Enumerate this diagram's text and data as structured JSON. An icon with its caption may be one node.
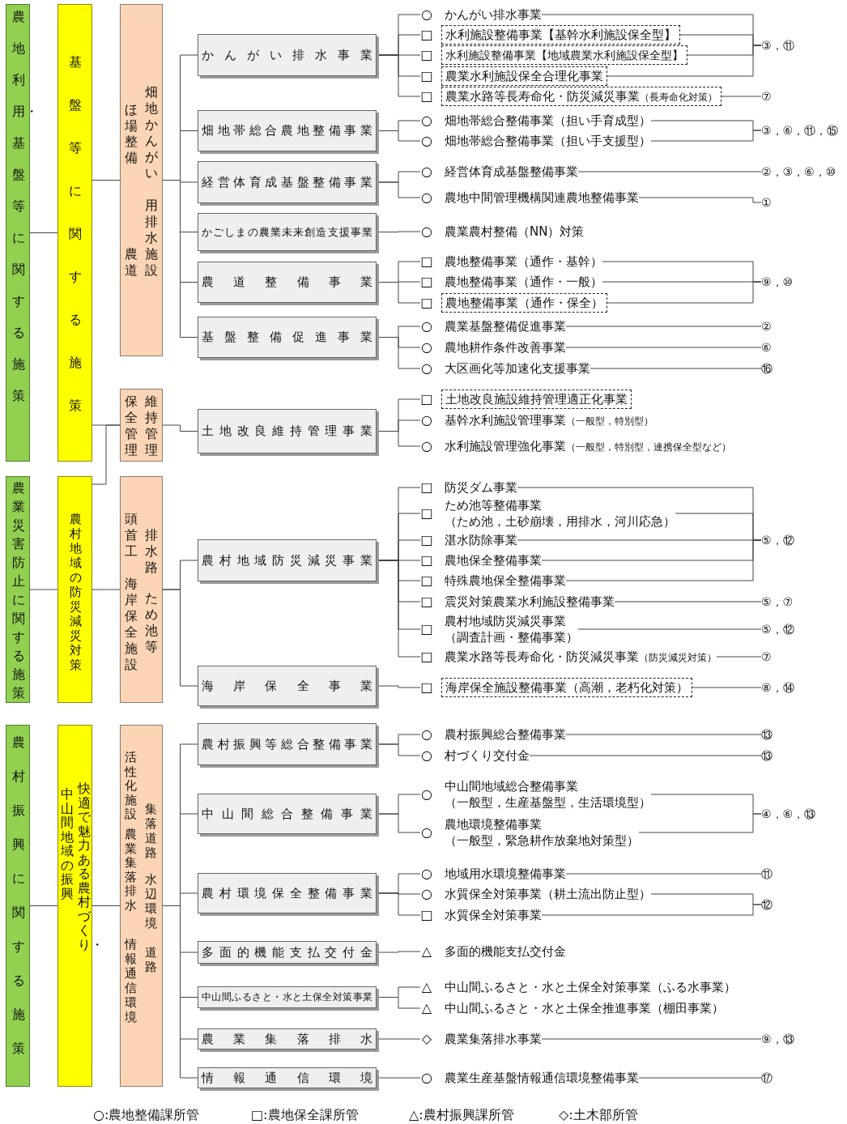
{
  "diagram": {
    "nodes": [
      {
        "text": [
          "農地利用・基盤等に関する施策"
        ]
      },
      {
        "text": [
          "農業災害防止に関する施策"
        ]
      },
      {
        "text": [
          "農村振興に関する施策"
        ]
      },
      {
        "text": [
          "基盤等に関する施策"
        ]
      },
      {
        "text": [
          "農村地域の防災減災対策"
        ]
      },
      {
        "text": [
          "中山間地域の振興",
          "快適で魅力ある農村づくり・"
        ]
      },
      {
        "text": [
          "畑地かんがい",
          "用排水施設",
          "ほ場整備",
          "農道"
        ]
      },
      {
        "text": [
          "保全管理",
          "維持管理"
        ]
      },
      {
        "text": [
          "排水路",
          "ため池等",
          "頭首工",
          "海岸保全施設"
        ]
      },
      {
        "text": [
          "集落道路",
          "水辺環境",
          "道路",
          "活性化施設",
          "農業集落排水",
          "情報通信環境"
        ]
      },
      {
        "text": [
          "かんがい排水事業"
        ]
      },
      {
        "text": [
          "畑地帯総合農地整備事業"
        ]
      },
      {
        "text": [
          "経営体育成基盤整備事業"
        ]
      },
      {
        "text": [
          "かごしまの農業未来創造支援事業"
        ]
      },
      {
        "text": [
          "農道整備事業"
        ]
      },
      {
        "text": [
          "基盤整備促進事業"
        ]
      },
      {
        "text": [
          "土地改良維持管理事業"
        ]
      },
      {
        "text": [
          "農村地域防災減災事業"
        ]
      },
      {
        "text": [
          "海岸保全事業"
        ]
      },
      {
        "text": [
          "農村振興等総合整備事業"
        ]
      },
      {
        "text": [
          "中山間総合整備事業"
        ]
      },
      {
        "text": [
          "農村環境保全整備事業"
        ]
      },
      {
        "text": [
          "多面的機能支払交付金"
        ]
      },
      {
        "text": [
          "中山間ふるさと・水と土保全対策事業"
        ]
      },
      {
        "text": [
          "農業集落排水"
        ]
      },
      {
        "text": [
          "情報通信環境"
        ]
      },
      {
        "text": [
          "○",
          "かんがい排水事業"
        ]
      },
      {
        "text": [
          "□",
          "水利施設整備事業【基幹水利施設保全型】"
        ]
      },
      {
        "text": [
          "□",
          "水利施設整備事業【地域農業水利施設保全型】"
        ]
      },
      {
        "text": [
          "□",
          "農業水利施設保全合理化事業"
        ]
      },
      {
        "text": [
          "□",
          "農業水路等長寿命化・防災減災事業",
          "（長寿命化対策）"
        ]
      },
      {
        "text": [
          "○",
          "畑地帯総合整備事業（担い手育成型）"
        ]
      },
      {
        "text": [
          "○",
          "畑地帯総合整備事業（担い手支援型）"
        ]
      },
      {
        "text": [
          "○",
          "経営体育成基盤整備事業"
        ]
      },
      {
        "text": [
          "○",
          "農地中間管理機構関連農地整備事業"
        ]
      },
      {
        "text": [
          "○",
          "農業農村整備（NN）対策"
        ]
      },
      {
        "text": [
          "□",
          "農地整備事業（通作・基幹）"
        ]
      },
      {
        "text": [
          "□",
          "農地整備事業（通作・一般）"
        ]
      },
      {
        "text": [
          "□",
          "農地整備事業（通作・保全）"
        ]
      },
      {
        "text": [
          "○",
          "農業基盤整備促進事業"
        ]
      },
      {
        "text": [
          "○",
          "農地耕作条件改善事業"
        ]
      },
      {
        "text": [
          "○",
          "大区画化等加速化支援事業"
        ]
      },
      {
        "text": [
          "□",
          "土地改良施設維持管理適正化事業"
        ]
      },
      {
        "text": [
          "○",
          "基幹水利施設管理事業",
          "（一般型，特別型）"
        ]
      },
      {
        "text": [
          "○",
          "水利施設管理強化事業",
          "（一般型，特別型，連携保全型など）"
        ]
      },
      {
        "text": [
          "□",
          "防災ダム事業"
        ]
      },
      {
        "text": [
          "□",
          "ため池等整備事業",
          "（ため池，土砂崩壊，用排水，河川応急）"
        ]
      },
      {
        "text": [
          "□",
          "湛水防除事業"
        ]
      },
      {
        "text": [
          "□",
          "農地保全整備事業"
        ]
      },
      {
        "text": [
          "□",
          "特殊農地保全整備事業"
        ]
      },
      {
        "text": [
          "□",
          "震災対策農業水利施設整備事業"
        ]
      },
      {
        "text": [
          "□",
          "農村地域防災減災事業",
          "（調査計画・整備事業）"
        ]
      },
      {
        "text": [
          "□",
          "農業水路等長寿命化・防災減災事業",
          "（防災減災対策）"
        ]
      },
      {
        "text": [
          "□",
          "海岸保全施設整備事業（高潮，老朽化対策）"
        ]
      },
      {
        "text": [
          "○",
          "農村振興総合整備事業"
        ]
      },
      {
        "text": [
          "○",
          "村づくり交付金"
        ]
      },
      {
        "text": [
          "○",
          "中山間地域総合整備事業",
          "（一般型，生産基盤型，生活環境型）"
        ]
      },
      {
        "text": [
          "○",
          "農地環境整備事業",
          "（一般型，緊急耕作放棄地対策型）"
        ]
      },
      {
        "text": [
          "○",
          "地域用水環境整備事業"
        ]
      },
      {
        "text": [
          "○",
          "水質保全対策事業（耕土流出防止型）"
        ]
      },
      {
        "text": [
          "□",
          "水質保全対策事業"
        ]
      },
      {
        "text": [
          "△",
          "多面的機能支払交付金"
        ]
      },
      {
        "text": [
          "△",
          "中山間ふるさと・水と土保全対策事業（ふる水事業）"
        ]
      },
      {
        "text": [
          "△",
          "中山間ふるさと・水と土保全推進事業（棚田事業）"
        ]
      },
      {
        "text": [
          "◇",
          "農業集落排水事業"
        ]
      },
      {
        "text": [
          "○",
          "農業生産基盤情報通信環境整備事業"
        ]
      },
      {
        "text": [
          "③，⑪"
        ]
      },
      {
        "text": [
          "⑦"
        ]
      },
      {
        "text": [
          "③，⑥，⑪，⑮"
        ]
      },
      {
        "text": [
          "②，③，⑥，⑩"
        ]
      },
      {
        "text": [
          "①"
        ]
      },
      {
        "text": [
          "⑨，⑩"
        ]
      },
      {
        "text": [
          "②"
        ]
      },
      {
        "text": [
          "⑥"
        ]
      },
      {
        "text": [
          "⑯"
        ]
      },
      {
        "text": [
          "⑤，⑫"
        ]
      },
      {
        "text": [
          "⑤，⑦"
        ]
      },
      {
        "text": [
          "⑤，⑫"
        ]
      },
      {
        "text": [
          "⑦"
        ]
      },
      {
        "text": [
          "⑧，⑭"
        ]
      },
      {
        "text": [
          "⑬"
        ]
      },
      {
        "text": [
          "⑬"
        ]
      },
      {
        "text": [
          "④，⑥，⑬"
        ]
      },
      {
        "text": [
          "⑪"
        ]
      },
      {
        "text": [
          "⑫"
        ]
      },
      {
        "text": [
          "⑨，⑬"
        ]
      },
      {
        "text": [
          "⑰"
        ]
      }
    ],
    "edges": [
      {
        "from": 0,
        "to": 3,
        "arrow": "none"
      },
      {
        "from": 1,
        "to": 4,
        "arrow": "none"
      },
      {
        "from": 2,
        "to": 5,
        "arrow": "none"
      },
      {
        "from": 3,
        "to": 6,
        "arrow": "none"
      },
      {
        "from": 3,
        "to": 7,
        "arrow": "none"
      },
      {
        "from": 4,
        "to": 7,
        "arrow": "none"
      },
      {
        "from": 4,
        "to": 8,
        "arrow": "none"
      },
      {
        "from": 5,
        "to": 9,
        "arrow": "none"
      },
      {
        "from": 6,
        "to": 10,
        "arrow": "none"
      },
      {
        "from": 6,
        "to": 11,
        "arrow": "none"
      },
      {
        "from": 6,
        "to": 12,
        "arrow": "none"
      },
      {
        "from": 6,
        "to": 13,
        "arrow": "none"
      },
      {
        "from": 6,
        "to": 14,
        "arrow": "none"
      },
      {
        "from": 6,
        "to": 15,
        "arrow": "none"
      },
      {
        "from": 7,
        "to": 16,
        "arrow": "none"
      },
      {
        "from": 8,
        "to": 17,
        "arrow": "none"
      },
      {
        "from": 8,
        "to": 18,
        "arrow": "none"
      },
      {
        "from": 9,
        "to": 19,
        "arrow": "none"
      },
      {
        "from": 9,
        "to": 20,
        "arrow": "none"
      },
      {
        "from": 9,
        "to": 21,
        "arrow": "none"
      },
      {
        "from": 9,
        "to": 22,
        "arrow": "none"
      },
      {
        "from": 9,
        "to": 23,
        "arrow": "none"
      },
      {
        "from": 9,
        "to": 24,
        "arrow": "none"
      },
      {
        "from": 9,
        "to": 25,
        "arrow": "none"
      },
      {
        "from": 10,
        "to": 26,
        "arrow": "none"
      },
      {
        "from": 10,
        "to": 27,
        "arrow": "none"
      },
      {
        "from": 10,
        "to": 28,
        "arrow": "none"
      },
      {
        "from": 10,
        "to": 29,
        "arrow": "none"
      },
      {
        "from": 10,
        "to": 30,
        "arrow": "none"
      },
      {
        "from": 11,
        "to": 31,
        "arrow": "none"
      },
      {
        "from": 11,
        "to": 32,
        "arrow": "none"
      },
      {
        "from": 12,
        "to": 33,
        "arrow": "none"
      },
      {
        "from": 12,
        "to": 34,
        "arrow": "none"
      },
      {
        "from": 13,
        "to": 35,
        "arrow": "none"
      },
      {
        "from": 14,
        "to": 36,
        "arrow": "none"
      },
      {
        "from": 14,
        "to": 37,
        "arrow": "none"
      },
      {
        "from": 14,
        "to": 38,
        "arrow": "none"
      },
      {
        "from": 15,
        "to": 39,
        "arrow": "none"
      },
      {
        "from": 15,
        "to": 40,
        "arrow": "none"
      },
      {
        "from": 15,
        "to": 41,
        "arrow": "none"
      },
      {
        "from": 16,
        "to": 42,
        "arrow": "none"
      },
      {
        "from": 16,
        "to": 43,
        "arrow": "none"
      },
      {
        "from": 16,
        "to": 44,
        "arrow": "none"
      },
      {
        "from": 17,
        "to": 45,
        "arrow": "none"
      },
      {
        "from": 17,
        "to": 46,
        "arrow": "none"
      },
      {
        "from": 17,
        "to": 47,
        "arrow": "none"
      },
      {
        "from": 17,
        "to": 48,
        "arrow": "none"
      },
      {
        "from": 17,
        "to": 49,
        "arrow": "none"
      },
      {
        "from": 17,
        "to": 50,
        "arrow": "none"
      },
      {
        "from": 17,
        "to": 51,
        "arrow": "none"
      },
      {
        "from": 17,
        "to": 52,
        "arrow": "none"
      },
      {
        "from": 18,
        "to": 53,
        "arrow": "none"
      },
      {
        "from": 19,
        "to": 54,
        "arrow": "none"
      },
      {
        "from": 19,
        "to": 55,
        "arrow": "none"
      },
      {
        "from": 20,
        "to": 56,
        "arrow": "none"
      },
      {
        "from": 20,
        "to": 57,
        "arrow": "none"
      },
      {
        "from": 21,
        "to": 58,
        "arrow": "none"
      },
      {
        "from": 21,
        "to": 59,
        "arrow": "none"
      },
      {
        "from": 21,
        "to": 60,
        "arrow": "none"
      },
      {
        "from": 22,
        "to": 61,
        "arrow": "none"
      },
      {
        "from": 23,
        "to": 62,
        "arrow": "none"
      },
      {
        "from": 23,
        "to": 63,
        "arrow": "none"
      },
      {
        "from": 24,
        "to": 64,
        "arrow": "none"
      },
      {
        "from": 25,
        "to": 65,
        "arrow": "none"
      },
      {
        "from": 26,
        "to": 66,
        "arrow": "none"
      },
      {
        "from": 27,
        "to": 66,
        "arrow": "none"
      },
      {
        "from": 28,
        "to": 66,
        "arrow": "none"
      },
      {
        "from": 29,
        "to": 66,
        "arrow": "none"
      },
      {
        "from": 30,
        "to": 67,
        "arrow": "none"
      },
      {
        "from": 31,
        "to": 68,
        "arrow": "none"
      },
      {
        "from": 32,
        "to": 68,
        "arrow": "none"
      },
      {
        "from": 33,
        "to": 69,
        "arrow": "none"
      },
      {
        "from": 34,
        "to": 70,
        "arrow": "none"
      },
      {
        "from": 36,
        "to": 71,
        "arrow": "none"
      },
      {
        "from": 37,
        "to": 71,
        "arrow": "none"
      },
      {
        "from": 38,
        "to": 71,
        "arrow": "none"
      },
      {
        "from": 39,
        "to": 72,
        "arrow": "none"
      },
      {
        "from": 40,
        "to": 73,
        "arrow": "none"
      },
      {
        "from": 41,
        "to": 74,
        "arrow": "none"
      },
      {
        "from": 45,
        "to": 75,
        "arrow": "none"
      },
      {
        "from": 46,
        "to": 75,
        "arrow": "none"
      },
      {
        "from": 47,
        "to": 75,
        "arrow": "none"
      },
      {
        "from": 48,
        "to": 75,
        "arrow": "none"
      },
      {
        "from": 49,
        "to": 75,
        "arrow": "none"
      },
      {
        "from": 50,
        "to": 76,
        "arrow": "none"
      },
      {
        "from": 51,
        "to": 77,
        "arrow": "none"
      },
      {
        "from": 52,
        "to": 78,
        "arrow": "none"
      },
      {
        "from": 53,
        "to": 79,
        "arrow": "none"
      },
      {
        "from": 54,
        "to": 80,
        "arrow": "none"
      },
      {
        "from": 55,
        "to": 81,
        "arrow": "none"
      },
      {
        "from": 56,
        "to": 82,
        "arrow": "none"
      },
      {
        "from": 57,
        "to": 82,
        "arrow": "none"
      },
      {
        "from": 58,
        "to": 83,
        "arrow": "none"
      },
      {
        "from": 59,
        "to": 84,
        "arrow": "none"
      },
      {
        "from": 60,
        "to": 84,
        "arrow": "none"
      },
      {
        "from": 64,
        "to": 85,
        "arrow": "none"
      },
      {
        "from": 65,
        "to": 86,
        "arrow": "none"
      }
    ],
    "labels": [
      "○:農地整備課所管",
      "□:農地保全課所管",
      "△:農村振興課所管",
      "◇:土木部所管"
    ]
  }
}
